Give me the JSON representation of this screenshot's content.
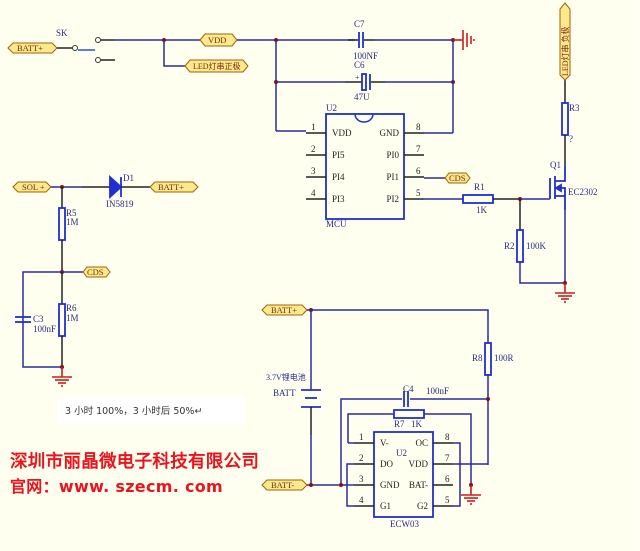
{
  "labels": {
    "switch": "SK",
    "net_batt_plus": "BATT+",
    "net_batt_minus": "BATT-",
    "net_vdd": "VDD",
    "net_led_board": "LED灯串正极",
    "net_led_minus": "LED灯串 负极",
    "net_sol_plus": "SOL +",
    "net_cds": "CDS"
  },
  "components": {
    "c7": {
      "ref": "C7",
      "value": "100NF"
    },
    "c6": {
      "ref": "C6",
      "value": "47U"
    },
    "c3": {
      "ref": "C3",
      "value": "100nF"
    },
    "c4": {
      "ref": "C4",
      "value": "100nF"
    },
    "r1": {
      "ref": "R1",
      "value": "1K"
    },
    "r2": {
      "ref": "R2",
      "value": "100K"
    },
    "r3": {
      "ref": "R3",
      "value": "?"
    },
    "r5": {
      "ref": "R5",
      "value": "1M"
    },
    "r6": {
      "ref": "R6",
      "value": "1M"
    },
    "r7": {
      "ref": "R7",
      "value": "1K"
    },
    "r8": {
      "ref": "R8",
      "value": "100R"
    },
    "d1": {
      "ref": "D1",
      "value": "IN5819"
    },
    "q1": {
      "ref": "Q1",
      "value": "EC2302"
    },
    "batt": {
      "ref": "BATT",
      "value": "3.7V锂电池"
    },
    "mcu": {
      "ref": "U2",
      "value": "MCU",
      "pins_left": [
        {
          "num": "1",
          "name": "VDD"
        },
        {
          "num": "2",
          "name": "PI5"
        },
        {
          "num": "3",
          "name": "PI4"
        },
        {
          "num": "4",
          "name": "PI3"
        }
      ],
      "pins_right": [
        {
          "num": "8",
          "name": "GND"
        },
        {
          "num": "7",
          "name": "PI0"
        },
        {
          "num": "6",
          "name": "PI1"
        },
        {
          "num": "5",
          "name": "PI2"
        }
      ]
    },
    "ecw03": {
      "ref": "U2",
      "value": "ECW03",
      "pins_left": [
        {
          "num": "1",
          "name": "V-"
        },
        {
          "num": "2",
          "name": "DO"
        },
        {
          "num": "3",
          "name": "GND"
        },
        {
          "num": "4",
          "name": "G1"
        }
      ],
      "pins_right": [
        {
          "num": "8",
          "name": "OC"
        },
        {
          "num": "7",
          "name": "VDD"
        },
        {
          "num": "6",
          "name": "BAT-"
        },
        {
          "num": "5",
          "name": "G2"
        }
      ]
    }
  },
  "note": "3 小时 100%，3 小时后 50%↵",
  "company": "深圳市丽晶微电子科技有限公司",
  "website": "官网：www. szecm. com"
}
